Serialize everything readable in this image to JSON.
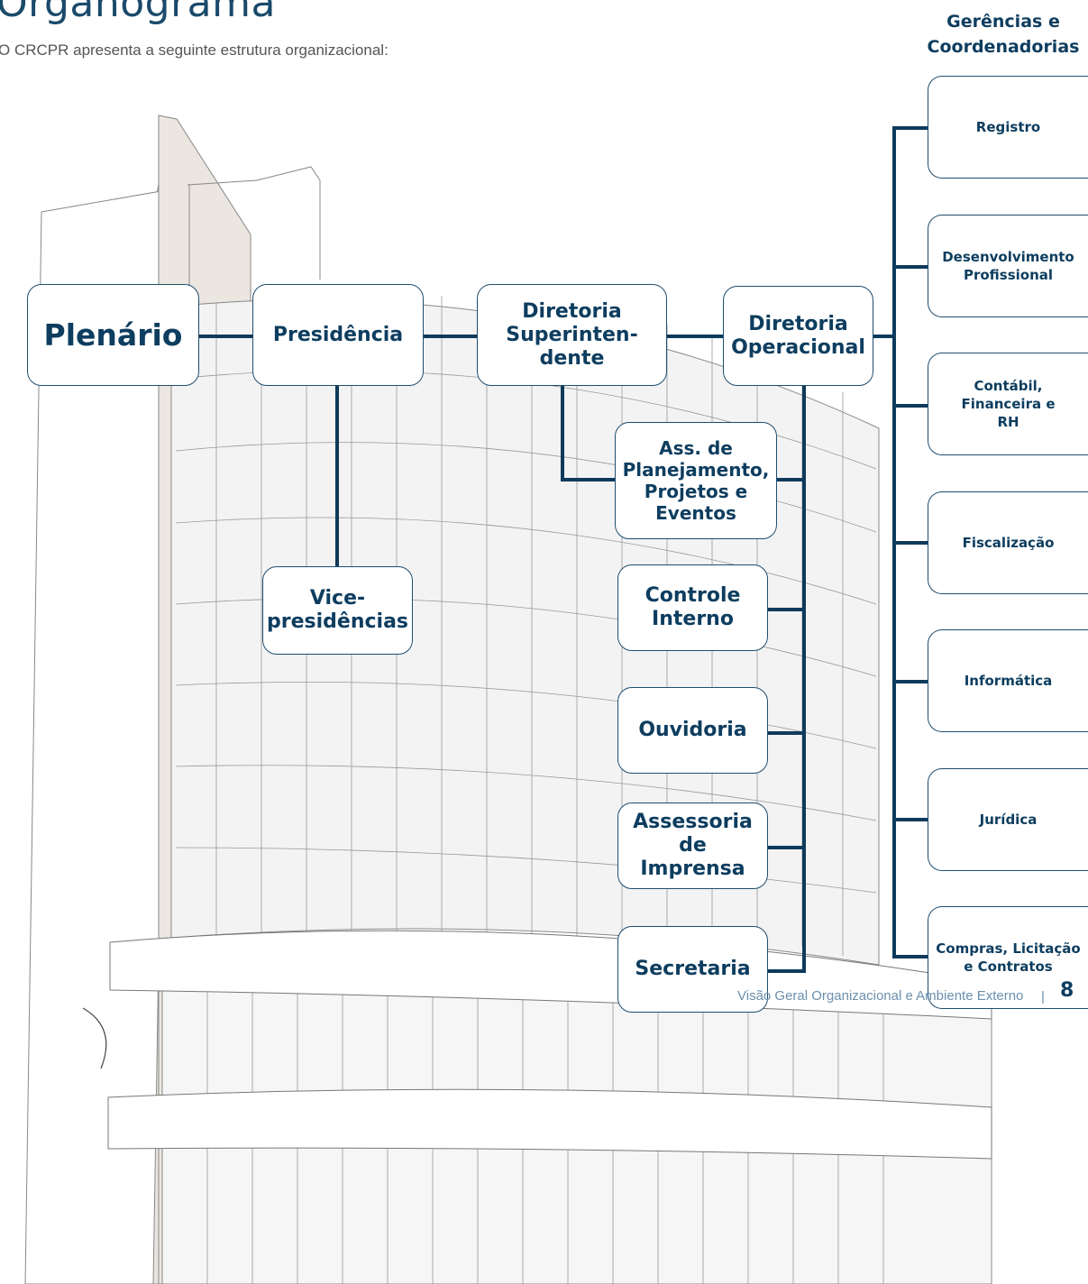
{
  "title": "Organograma",
  "subtitle": "O CRCPR apresenta a seguinte estrutura organizacional:",
  "side_heading": "Gerências e\nCoordenadorias",
  "main": {
    "plenario": "Plenário",
    "presidencia": "Presidência",
    "vice": "Vice-\npresidências",
    "superintendente": "Diretoria\nSuperinten-\ndente",
    "operacional": "Diretoria\nOperacional",
    "planejamento": "Ass. de\nPlanejamento,\nProjetos e\nEventos",
    "controle": "Controle\nInterno",
    "ouvidoria": "Ouvidoria",
    "imprensa": "Assessoria\nde\nImprensa",
    "secretaria": "Secretaria"
  },
  "gerencias": [
    "Registro",
    "Desenvolvimento\nProfissional",
    "Contábil,\nFinanceira e\nRH",
    "Fiscalização",
    "Informática",
    "Jurídica",
    "Compras, Licitação\ne Contratos"
  ],
  "footer": {
    "text": "Visão Geral Organizacional e Ambiente Externo",
    "separator": "|",
    "page_number": "8"
  }
}
